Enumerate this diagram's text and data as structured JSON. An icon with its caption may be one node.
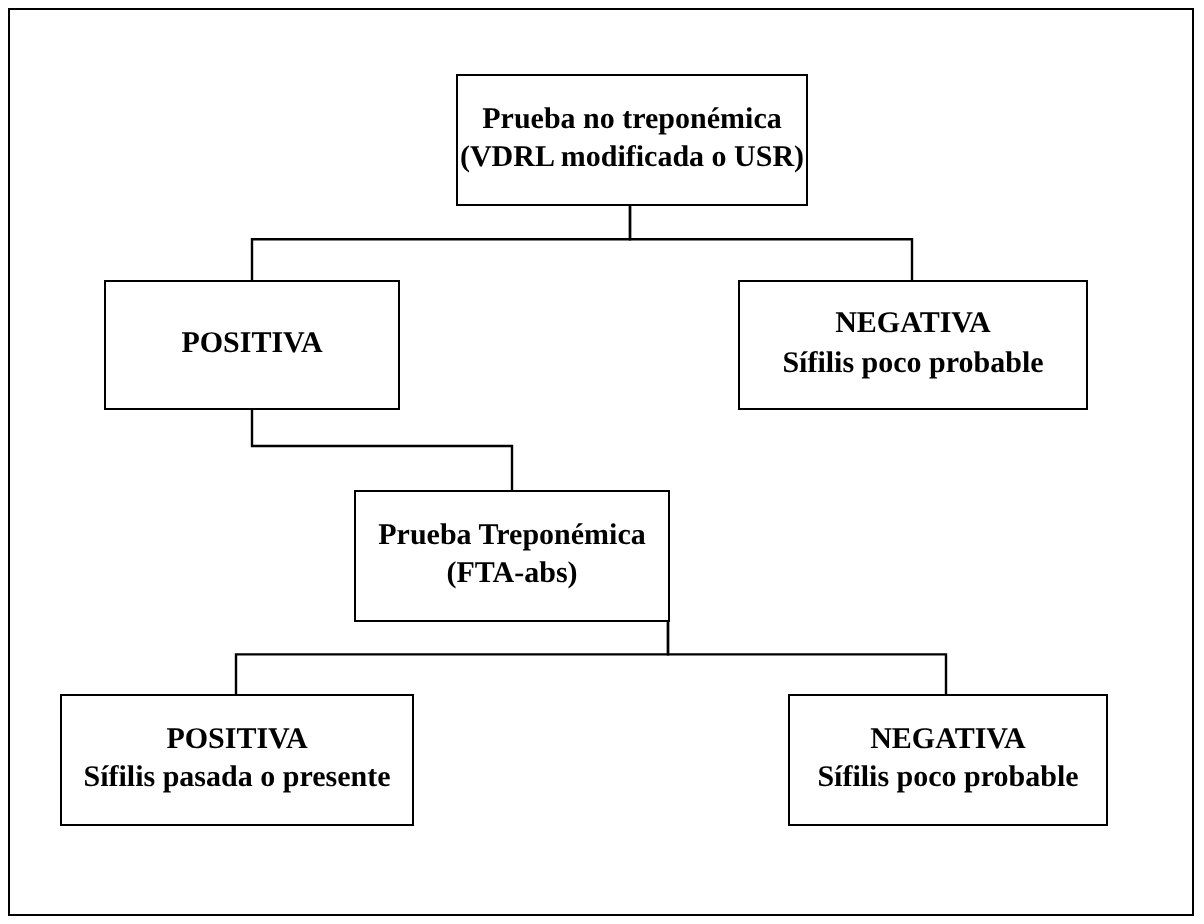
{
  "diagram": {
    "nodes": [
      {
        "text": [
          "Prueba no treponémica (VDRL modificada o USR)"
        ]
      },
      {
        "text": [
          "POSITIVA"
        ]
      },
      {
        "text": [
          "NEGATIVA",
          "Sífilis poco probable"
        ]
      },
      {
        "text": [
          "Prueba Treponémica (FTA-abs)"
        ]
      },
      {
        "text": [
          "POSITIVA",
          "Sífilis pasada o presente"
        ]
      },
      {
        "text": [
          "NEGATIVA",
          "Sífilis poco probable"
        ]
      }
    ],
    "edges": [
      {
        "from": 0,
        "to": 1,
        "arrow": "none"
      },
      {
        "from": 0,
        "to": 2,
        "arrow": "none"
      },
      {
        "from": 1,
        "to": 3,
        "arrow": "none"
      },
      {
        "from": 3,
        "to": 4,
        "arrow": "none"
      },
      {
        "from": 3,
        "to": 5,
        "arrow": "none"
      }
    ]
  }
}
